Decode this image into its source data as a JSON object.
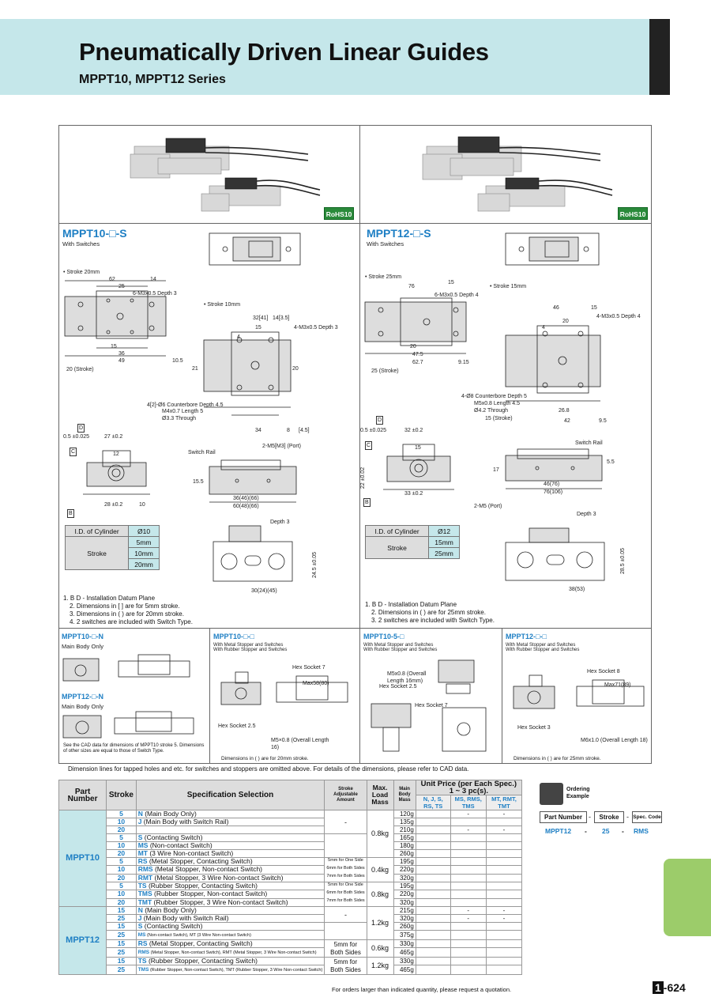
{
  "header": {
    "title": "Pneumatically Driven Linear Guides",
    "subtitle": "MPPT10, MPPT12 Series"
  },
  "rohs": "RoHS10",
  "mppt10": {
    "title": "MPPT10-□-S",
    "subtitle": "With Switches",
    "labels": {
      "stroke20": "• Stroke 20mm",
      "stroke10": "• Stroke 10mm",
      "tap": "6-M3x0.5 Depth 3",
      "tap2": "4-M3x0.5 Depth 3",
      "stroke_label": "20 (Stroke)",
      "switch_rail": "Switch Rail",
      "port": "2-M5[M3] (Port)",
      "cbore": "4[2]-Ø6 Counterbore Depth 4.5",
      "m4": "M4x0.7 Length 5",
      "thru": "Ø3.3 Through",
      "depth3": "Depth 3",
      "d_label": "D",
      "c_label": "C",
      "b_label": "B"
    },
    "dims": {
      "d62": "62",
      "d14": "14",
      "d25": "25",
      "d36": "36",
      "d49": "49",
      "d15": "15",
      "d105": "10.5",
      "d32": "32[41]",
      "d14b": "14[3.5]",
      "d4": "4",
      "d21": "21",
      "d20": "20",
      "d34": "34",
      "d8": "8",
      "d45": "[4.5]",
      "d27": "27 ±0.2",
      "d28": "28 ±0.2",
      "d05": "0.5 ±0.025",
      "d12": "12",
      "d10": "10",
      "d155": "15.5",
      "dlen": "36(46)(66)",
      "dlen2": "60(48)(66)",
      "d30": "30(24)(45)",
      "d245": "24.5 ±0.05"
    },
    "table": {
      "h1": "I.D. of Cylinder",
      "v1": "Ø10",
      "h2": "Stroke",
      "strokes": [
        "5mm",
        "10mm",
        "20mm"
      ]
    },
    "notes": [
      "1. B D - Installation Datum Plane",
      "2. Dimensions in [ ] are for 5mm stroke.",
      "3. Dimensions in ( ) are for 20mm stroke.",
      "4. 2 switches are included with Switch Type."
    ]
  },
  "mppt12": {
    "title": "MPPT12-□-S",
    "subtitle": "With Switches",
    "labels": {
      "stroke25": "• Stroke 25mm",
      "stroke15": "• Stroke 15mm",
      "tap": "6-M3x0.5 Depth 4",
      "tap2": "4-M3x0.5 Depth 4",
      "stroke_label": "25 (Stroke)",
      "stroke_label2": "15 (Stroke)",
      "switch_rail": "Switch Rail",
      "port": "2-M5 (Port)",
      "cbore": "4-Ø8 Counterbore Depth 5",
      "m5": "M5x0.8 Length 4.5",
      "thru": "Ø4.2 Through",
      "depth3": "Depth 3",
      "d_label": "D",
      "c_label": "C",
      "b_label": "B"
    },
    "dims": {
      "d76": "76",
      "d15": "15",
      "d4": "4",
      "d20": "20",
      "d475": "47.5",
      "d627": "62.7",
      "d915": "9.15",
      "d46": "46",
      "d268": "26.8",
      "d42": "42",
      "d95": "9.5",
      "d32": "32 ±0.2",
      "d33": "33 ±0.2",
      "d05": "0.5 ±0.025",
      "d22": "22 ±0.02",
      "d17": "17",
      "d55": "5.5",
      "dlen": "46(76)",
      "dlen2": "76(106)",
      "d38": "38(53)",
      "d285": "28.5 ±0.05"
    },
    "table": {
      "h1": "I.D. of Cylinder",
      "v1": "Ø12",
      "h2": "Stroke",
      "strokes": [
        "15mm",
        "25mm"
      ]
    },
    "notes": [
      "1. B D - Installation Datum Plane",
      "2. Dimensions in ( ) are for 25mm stroke.",
      "3. 2 switches are included with Switch Type."
    ]
  },
  "variants": {
    "a": {
      "title": "MPPT10-□-N",
      "sub": "Main Body Only"
    },
    "b": {
      "title": "MPPT12-□-N",
      "sub": "Main Body Only"
    },
    "c": {
      "title": "MPPT10-□-□",
      "sub": "With Metal Stopper and Switches\nWith Rubber Stopper and Switches",
      "hex7": "Hex Socket 7",
      "hex25": "Hex Socket 2.5",
      "m5": "M5×0.8 (Overall Length 16)",
      "max": "Max58(80)",
      "note": "Dimensions in ( ) are for 20mm stroke."
    },
    "d": {
      "title": "MPPT10-5-□",
      "sub": "With Metal Stopper and Switches\nWith Rubber Stopper and Switches",
      "m5": "M5x0.8 (Overall Length 16mm)",
      "hex25": "Hex Socket 2.5",
      "hex7": "Hex Socket 7"
    },
    "e": {
      "title": "MPPT12-□-□",
      "sub": "With Metal Stopper and Switches\nWith Rubber Stopper and Switches",
      "hex8": "Hex Socket 8",
      "hex3": "Hex Socket 3",
      "m6": "M6x1.0 (Overall Length 18)",
      "max": "Max71(89)",
      "note": "Dimensions in ( ) are for 25mm stroke."
    },
    "cad_note": "See the CAD data for dimensions of MPPT10 stroke 5. Dimensions of other sizes are equal to those of Switch Type."
  },
  "bottom_note": "Dimension lines for tapped holes and etc. for switches and stoppers are omitted above. For details of the dimensions, please refer to CAD data.",
  "spec": {
    "headers": {
      "part": "Part Number",
      "stroke": "Stroke",
      "spec": "Specification Selection",
      "adj": "Stroke Adjustable Amount",
      "load": "Max. Load Mass",
      "mass": "Main Body Mass",
      "price": "Unit Price (per Each Spec.)  1 ~ 3 pc(s).",
      "p1": "N, J, S, RS, TS",
      "p2": "MS, RMS, TMS",
      "p3": "MT, RMT, TMT"
    },
    "mppt10": "MPPT10",
    "mppt12": "MPPT12",
    "rows": [
      {
        "st": "5",
        "code": "N",
        "desc": " (Main Body Only)",
        "adj": "",
        "load": "",
        "mass": "120g",
        "p2": "-",
        "p3": "-"
      },
      {
        "st": "10",
        "code": "J",
        "desc": " (Main Body with Switch Rail)",
        "adj": "-",
        "load": "0.8kg",
        "mass": "135g",
        "p2": "",
        "p3": ""
      },
      {
        "st": "20",
        "code": "",
        "desc": "",
        "adj": "",
        "load": "",
        "mass": "210g",
        "p2": "-",
        "p3": "-"
      },
      {
        "st": "5",
        "code": "S",
        "desc": " (Contacting Switch)",
        "adj": "",
        "load": "",
        "mass": "165g",
        "p2": "",
        "p3": ""
      },
      {
        "st": "10",
        "code": "MS",
        "desc": " (Non-contact Switch)",
        "adj": "",
        "load": "",
        "mass": "180g",
        "p2": "",
        "p3": ""
      },
      {
        "st": "20",
        "code": "MT",
        "desc": " (3 Wire Non-contact Switch)",
        "adj": "",
        "load": "",
        "mass": "260g",
        "p2": "",
        "p3": ""
      },
      {
        "st": "5",
        "code": "RS",
        "desc": " (Metal Stopper, Contacting Switch)",
        "adj": "5mm for One Side",
        "load": "",
        "mass": "195g",
        "p2": "",
        "p3": ""
      },
      {
        "st": "10",
        "code": "RMS",
        "desc": " (Metal Stopper, Non-contact Switch)",
        "adj": "6mm for Both Sides",
        "load": "0.4kg",
        "mass": "220g",
        "p2": "",
        "p3": ""
      },
      {
        "st": "20",
        "code": "RMT",
        "desc": " (Metal Stopper, 3 Wire Non-contact Switch)",
        "adj": "7mm for Both Sides",
        "load": "",
        "mass": "320g",
        "p2": "",
        "p3": ""
      },
      {
        "st": "5",
        "code": "TS",
        "desc": " (Rubber Stopper, Contacting Switch)",
        "adj": "5mm for One Side",
        "load": "",
        "mass": "195g",
        "p2": "",
        "p3": ""
      },
      {
        "st": "10",
        "code": "TMS",
        "desc": " (Rubber Stopper, Non-contact Switch)",
        "adj": "6mm for Both Sides",
        "load": "0.8kg",
        "mass": "220g",
        "p2": "",
        "p3": ""
      },
      {
        "st": "20",
        "code": "TMT",
        "desc": " (Rubber Stopper, 3 Wire Non-contact Switch)",
        "adj": "7mm for Both Sides",
        "load": "",
        "mass": "320g",
        "p2": "",
        "p3": ""
      },
      {
        "st": "15",
        "code": "N",
        "desc": " (Main Body Only)",
        "adj": "",
        "load": "",
        "mass": "215g",
        "p2": "-",
        "p3": "-"
      },
      {
        "st": "25",
        "code": "J",
        "desc": " (Main Body with Switch Rail)",
        "adj": "-",
        "load": "1.2kg",
        "mass": "320g",
        "p2": "-",
        "p3": "-"
      },
      {
        "st": "15",
        "code": "S",
        "desc": " (Contacting Switch)",
        "adj": "",
        "load": "",
        "mass": "260g",
        "p2": "",
        "p3": ""
      },
      {
        "st": "25",
        "code": "MS",
        "desc": " (Non-contact Switch), MT (3 Wire Non-contact Switch)",
        "adj": "",
        "load": "",
        "mass": "375g",
        "p2": "",
        "p3": ""
      },
      {
        "st": "15",
        "code": "RS",
        "desc": " (Metal Stopper, Contacting Switch)",
        "adj": "5mm for",
        "load": "0.6kg",
        "mass": "330g",
        "p2": "",
        "p3": ""
      },
      {
        "st": "25",
        "code": "RMS",
        "desc": " (Metal Stopper, Non-contact Switch), RMT (Metal Stopper, 3 Wire Non-contact Switch)",
        "adj": "Both Sides",
        "load": "",
        "mass": "465g",
        "p2": "",
        "p3": ""
      },
      {
        "st": "15",
        "code": "TS",
        "desc": " (Rubber Stopper, Contacting Switch)",
        "adj": "5mm for",
        "load": "1.2kg",
        "mass": "330g",
        "p2": "",
        "p3": ""
      },
      {
        "st": "25",
        "code": "TMS",
        "desc": " (Rubber Stopper, Non-contact Switch), TMT (Rubber Stopper, 3 Wire Non-contact Switch)",
        "adj": "Both Sides",
        "load": "",
        "mass": "465g",
        "p2": "",
        "p3": ""
      }
    ],
    "footnote": "For orders larger than indicated quantity, please request a quotation."
  },
  "ordering": {
    "label": "Ordering Example",
    "boxes": [
      "Part Number",
      "Stroke",
      "Spec. Code"
    ],
    "sep": "-",
    "values": [
      "MPPT12",
      "25",
      "RMS"
    ]
  },
  "page": {
    "book": "1",
    "num": "-624"
  }
}
